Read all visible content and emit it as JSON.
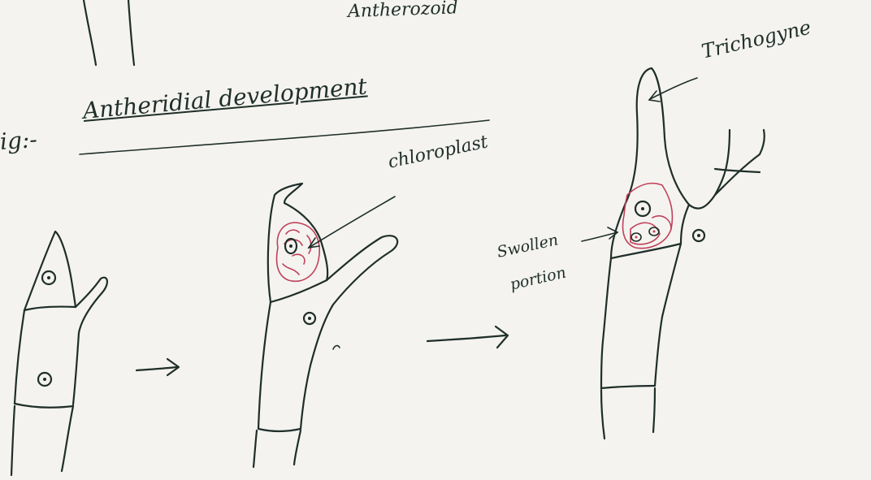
{
  "labels": {
    "top_word": "Antherozoid",
    "fig_prefix": "ig:-",
    "caption": "Antheridial development",
    "chloroplast": "chloroplast",
    "trichogyne": "Trichogyne",
    "swollen": "Swollen",
    "portion": "portion"
  },
  "colors": {
    "ink": "#1f2e2a",
    "pigment": "#c0405a",
    "paper": "#f4f3ef"
  }
}
